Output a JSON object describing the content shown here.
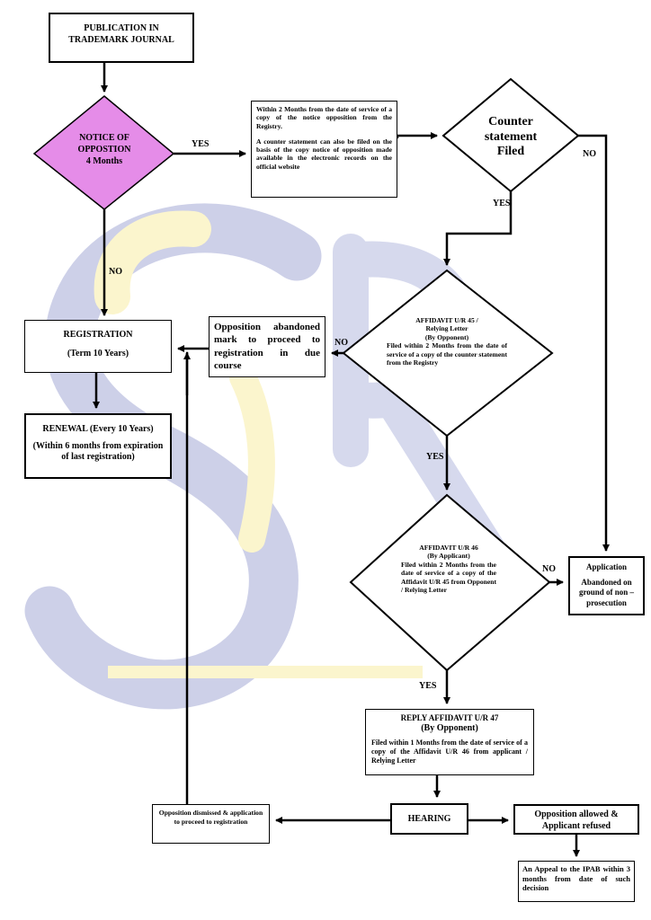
{
  "publication": {
    "line1": "PUBLICATION IN",
    "line2": "TRADEMARK JOURNAL"
  },
  "notice": {
    "line1": "NOTICE OF",
    "line2": "OPPOSTION",
    "line3": "4 Months"
  },
  "within2months": {
    "p1": "Within 2 Months from the date of service of a copy of the notice opposition from the Registry.",
    "p2": "A counter statement can also be filed on the basis of the copy notice of opposition made available in the electronic records on the official website"
  },
  "counter": {
    "line1": "Counter",
    "line2": "statement",
    "line3": "Filed"
  },
  "registration": {
    "title": "REGISTRATION",
    "term": "(Term 10 Years)"
  },
  "renewal": {
    "title": "RENEWAL (Every 10 Years)",
    "detail": "(Within 6 months from expiration of last registration)"
  },
  "abandoned_due": {
    "text": "Opposition abandoned mark to proceed to registration in due course"
  },
  "affidavit45": {
    "line1": "AFFIDAVIT U/R 45 /",
    "line2": "Relying Letter",
    "line3": "(By Opponent)",
    "line4": "Filed within 2 Months from the date of service of a copy of the counter statement from the Registry"
  },
  "affidavit46": {
    "line1": "AFFIDAVIT U/R 46",
    "line2": "(By Applicant)",
    "line3": "Filed within 2 Months from the date of service of a copy of the Affidavit U/R 45 from Opponent / Relying Letter"
  },
  "application_abandoned": {
    "title": "Application",
    "detail": "Abandoned on ground of non – prosecution"
  },
  "reply47": {
    "title": "REPLY AFFIDAVIT U/R 47",
    "sub": "(By Opponent)",
    "detail": "Filed within 1 Months from the date of service of a copy of the Affidavit U/R 46 from applicant / Relying Letter"
  },
  "hearing": {
    "label": "HEARING"
  },
  "dismissed": {
    "text": "Opposition dismissed & application to proceed to registration"
  },
  "allowed": {
    "text": "Opposition allowed & Applicant refused"
  },
  "appeal": {
    "text": "An Appeal to the IPAB within 3 months from date of such decision"
  },
  "labels": {
    "yes_notice": "YES",
    "no_counter": "NO",
    "yes_counter": "YES",
    "no_notice": "NO",
    "no_aff45": "NO",
    "yes_aff45": "YES",
    "no_aff46": "NO",
    "yes_aff46": "YES"
  },
  "colors": {
    "notice_fill": "#e58ce8",
    "watermark_blue": "#c8cbe6",
    "watermark_yellow": "#fbf4c8",
    "line": "#000000"
  }
}
